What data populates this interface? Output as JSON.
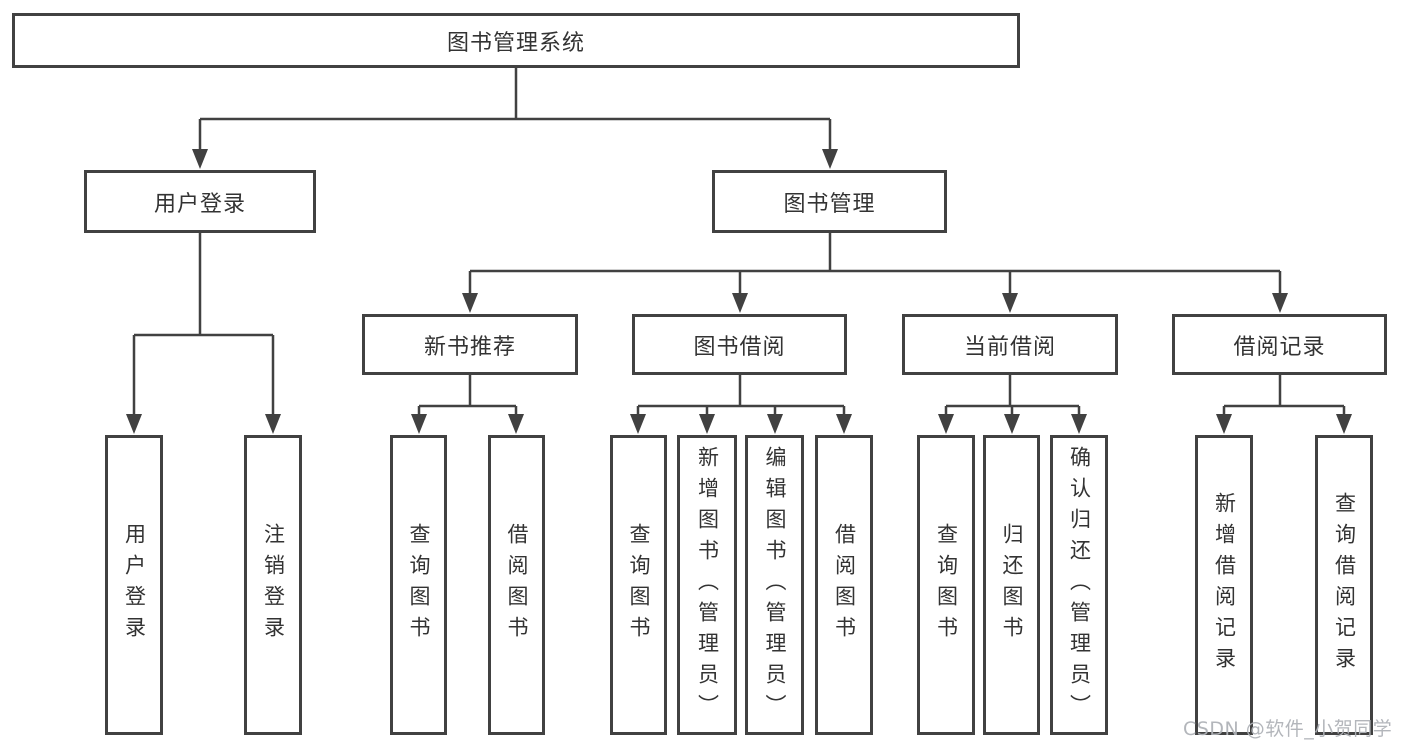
{
  "diagram": {
    "title": "图书管理系统",
    "nodes": {
      "root": "图书管理系统",
      "userLogin": "用户登录",
      "bookMgmt": "图书管理",
      "newBookRec": "新书推荐",
      "bookBorrow": "图书借阅",
      "currentBorrow": "当前借阅",
      "borrowRecords": "借阅记录",
      "leafUserLogin": "用户登录",
      "leafLogout": "注销登录",
      "leafRecQuery": "查询图书",
      "leafRecBorrow": "借阅图书",
      "leafBorrowQuery": "查询图书",
      "leafBorrowAdd": "新增图书（管理员）",
      "leafBorrowEdit": "编辑图书（管理员）",
      "leafBorrowBorrow": "借阅图书",
      "leafCurQuery": "查询图书",
      "leafCurReturn": "归还图书",
      "leafCurConfirm": "确认归还（管理员）",
      "leafRecordAdd": "新增借阅记录",
      "leafRecordQuery": "查询借阅记录"
    },
    "hierarchy": [
      {
        "parent": "图书管理系统",
        "children": [
          "用户登录",
          "图书管理"
        ]
      },
      {
        "parent": "用户登录",
        "children": [
          "用户登录",
          "注销登录"
        ]
      },
      {
        "parent": "图书管理",
        "children": [
          "新书推荐",
          "图书借阅",
          "当前借阅",
          "借阅记录"
        ]
      },
      {
        "parent": "新书推荐",
        "children": [
          "查询图书",
          "借阅图书"
        ]
      },
      {
        "parent": "图书借阅",
        "children": [
          "查询图书",
          "新增图书（管理员）",
          "编辑图书（管理员）",
          "借阅图书"
        ]
      },
      {
        "parent": "当前借阅",
        "children": [
          "查询图书",
          "归还图书",
          "确认归还（管理员）"
        ]
      },
      {
        "parent": "借阅记录",
        "children": [
          "新增借阅记录",
          "查询借阅记录"
        ]
      }
    ]
  },
  "watermark": "CSDN @软件_小贺同学",
  "colors": {
    "line": "#414141",
    "border": "#414141",
    "text": "#333333",
    "watermark": "#afb2b7",
    "background": "#ffffff"
  }
}
